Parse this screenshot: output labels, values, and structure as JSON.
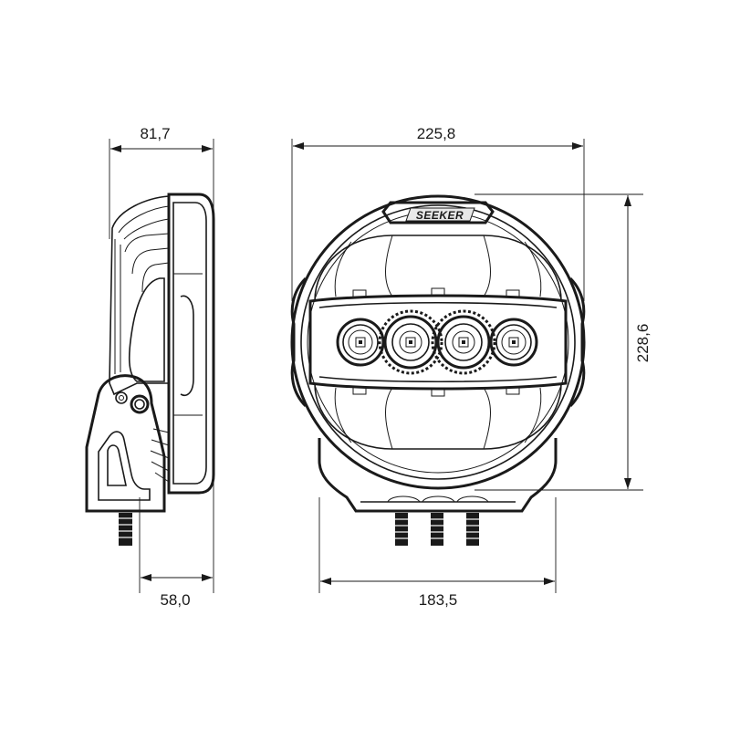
{
  "dimensions": {
    "side_depth": "81,7",
    "bracket_depth": "58,0",
    "front_width": "225,8",
    "front_height": "228,6",
    "bracket_width": "183,5"
  },
  "logo": {
    "text": "SEEKER"
  },
  "colors": {
    "line": "#1a1a1a",
    "background": "#ffffff"
  }
}
